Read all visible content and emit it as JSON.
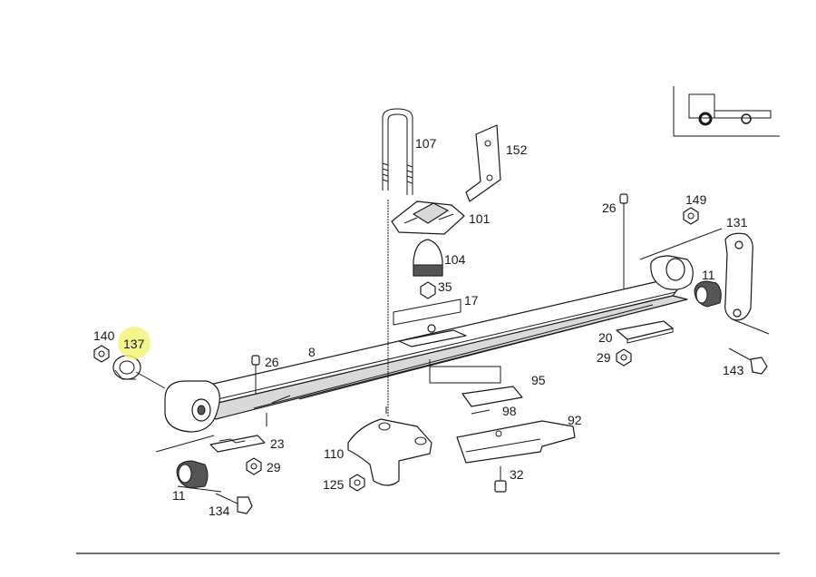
{
  "diagram": {
    "highlight_color": "#f3f37a",
    "line_color": "#1a1a1a",
    "highlighted_part": "137",
    "callouts": [
      {
        "id": "c107",
        "text": "107"
      },
      {
        "id": "c152",
        "text": "152"
      },
      {
        "id": "c101",
        "text": "101"
      },
      {
        "id": "c104",
        "text": "104"
      },
      {
        "id": "c35",
        "text": "35"
      },
      {
        "id": "c17",
        "text": "17"
      },
      {
        "id": "c26a",
        "text": "26"
      },
      {
        "id": "c149",
        "text": "149"
      },
      {
        "id": "c131",
        "text": "131"
      },
      {
        "id": "c11a",
        "text": "11"
      },
      {
        "id": "c20",
        "text": "20"
      },
      {
        "id": "c29a",
        "text": "29"
      },
      {
        "id": "c143",
        "text": "143"
      },
      {
        "id": "c140",
        "text": "140"
      },
      {
        "id": "c137",
        "text": "137"
      },
      {
        "id": "c26b",
        "text": "26"
      },
      {
        "id": "c8",
        "text": "8"
      },
      {
        "id": "c95",
        "text": "95"
      },
      {
        "id": "c98",
        "text": "98"
      },
      {
        "id": "c92",
        "text": "92"
      },
      {
        "id": "c23",
        "text": "23"
      },
      {
        "id": "c29b",
        "text": "29"
      },
      {
        "id": "c110",
        "text": "110"
      },
      {
        "id": "c125",
        "text": "125"
      },
      {
        "id": "c32",
        "text": "32"
      },
      {
        "id": "c11b",
        "text": "11"
      },
      {
        "id": "c134",
        "text": "134"
      }
    ]
  }
}
